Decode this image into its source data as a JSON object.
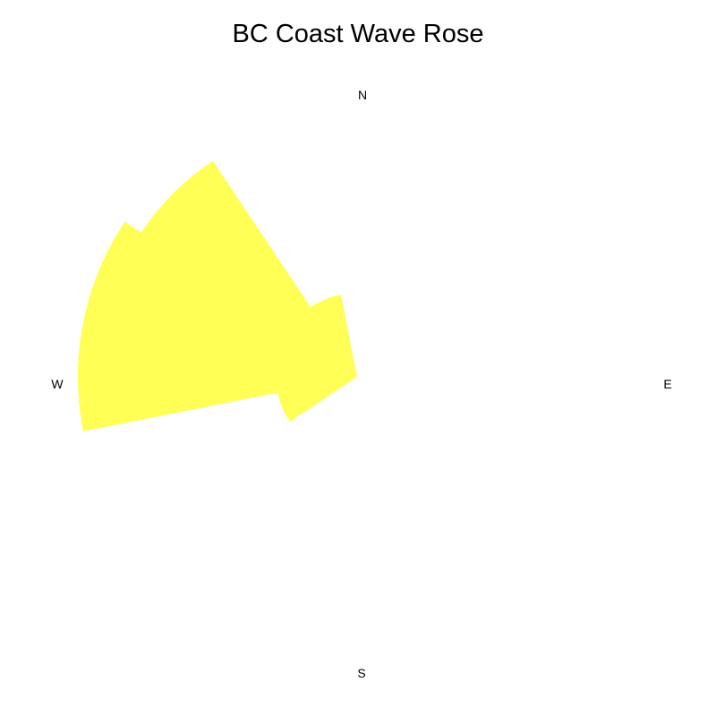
{
  "chart_data": {
    "type": "bar",
    "subtype": "polar-wind-rose",
    "title": "BC Coast Wave Rose",
    "direction_labels": [
      "N",
      "E",
      "S",
      "W"
    ],
    "bars": [
      {
        "direction_deg": 247.5,
        "value": 0.29
      },
      {
        "direction_deg": 270,
        "value": 1.0
      },
      {
        "direction_deg": 292.5,
        "value": 1.0
      },
      {
        "direction_deg": 315,
        "value": 0.93
      },
      {
        "direction_deg": 337.5,
        "value": 0.3
      }
    ],
    "sector_width_deg": 22.5,
    "radial_max": 1.0,
    "grid": false,
    "fill_color": "#ffff44",
    "fill_opacity": 0.9
  }
}
